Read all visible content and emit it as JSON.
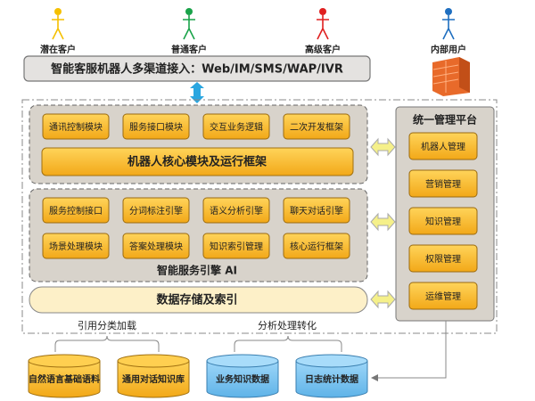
{
  "actors": [
    {
      "label": "潜在客户",
      "color": "#f5c000"
    },
    {
      "label": "普通客户",
      "color": "#1aa34a"
    },
    {
      "label": "高级客户",
      "color": "#e02020"
    },
    {
      "label": "内部用户",
      "color": "#1f6fc0"
    }
  ],
  "channel": "智能客服机器人多渠道接入：Web/IM/SMS/WAP/IVR",
  "firewall_icon": "firewall-icon",
  "robot_core": {
    "modules": [
      "通讯控制模块",
      "服务接口模块",
      "交互业务逻辑",
      "二次开发框架"
    ],
    "bar": "机器人核心模块及运行框架"
  },
  "ai_engine": {
    "modules": [
      "服务控制接口",
      "分词标注引擎",
      "语义分析引擎",
      "聊天对话引擎",
      "场景处理模块",
      "答案处理模块",
      "知识索引管理",
      "核心运行框架"
    ],
    "label": "智能服务引擎 AI"
  },
  "storage": "数据存储及索引",
  "management": {
    "title": "统一管理平台",
    "items": [
      "机器人管理",
      "营销管理",
      "知识管理",
      "权限管理",
      "运维管理"
    ]
  },
  "groups": [
    "引用分类加载",
    "分析处理转化"
  ],
  "databases": [
    {
      "label": "自然语言基础语料",
      "color": "#f5b821"
    },
    {
      "label": "通用对话知识库",
      "color": "#f5b821"
    },
    {
      "label": "业务知识数据",
      "color": "#7cc4f0"
    },
    {
      "label": "日志统计数据",
      "color": "#7cc4f0"
    }
  ],
  "colors": {
    "module": "#f7b52a",
    "panel": "#d9d4cc",
    "storage": "#fdf0c8",
    "arrow": "#f5f08a"
  }
}
